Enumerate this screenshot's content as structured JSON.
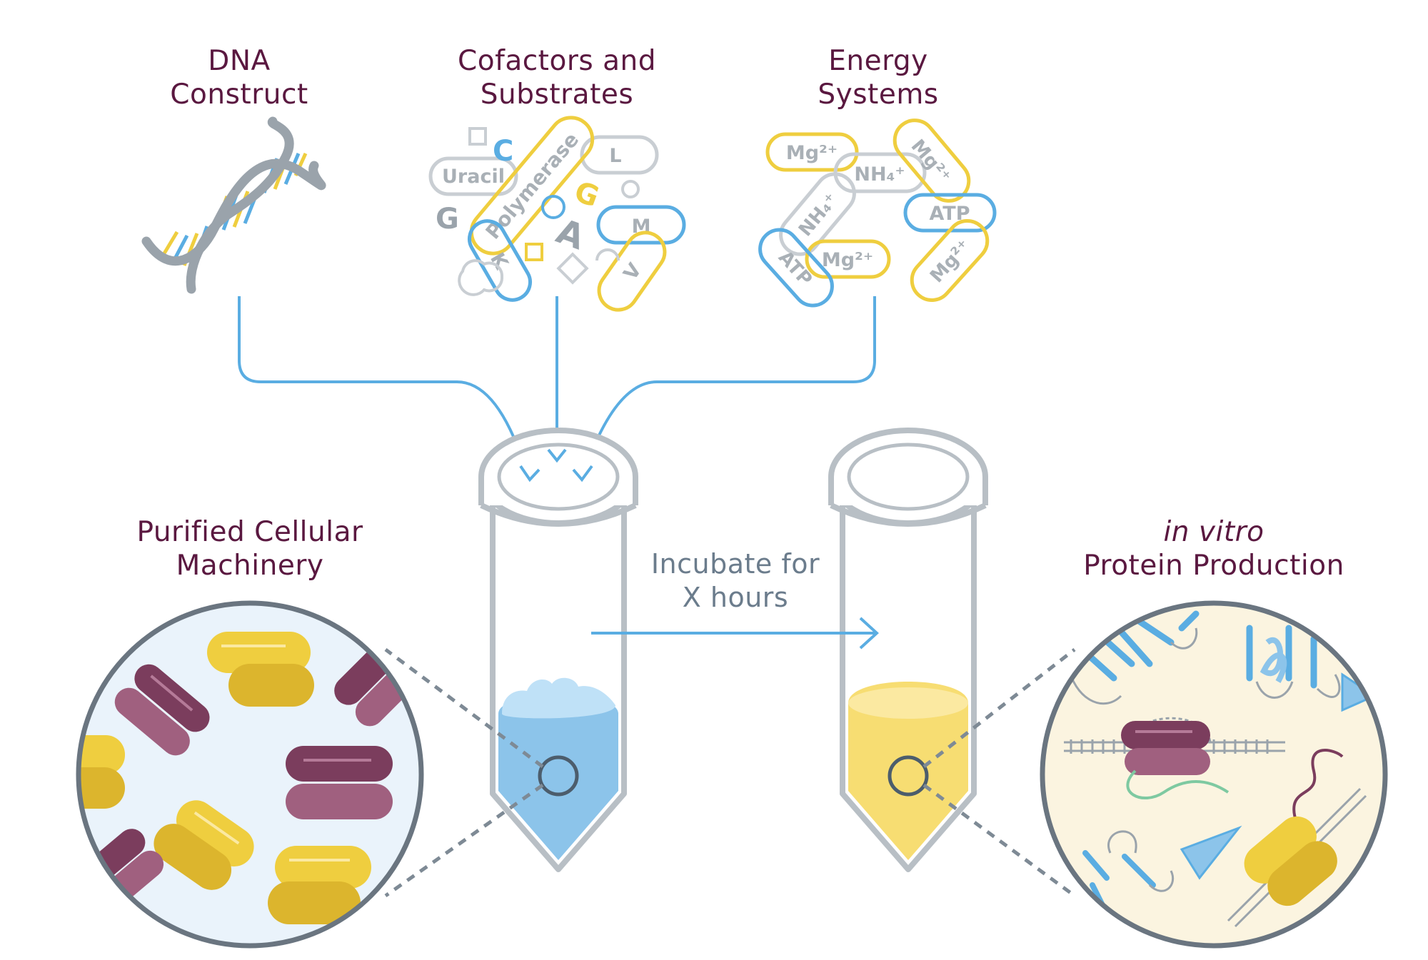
{
  "inputs": [
    {
      "line1": "DNA",
      "line2": "Construct"
    },
    {
      "line1": "Cofactors and",
      "line2": "Substrates"
    },
    {
      "line1": "Energy",
      "line2": "Systems"
    }
  ],
  "cofactor_tokens": {
    "uracil": "Uracil",
    "polymerase": "Polymerase",
    "l": "L",
    "m": "M",
    "k": "K",
    "v": "V",
    "a": "A",
    "g1": "G",
    "g2": "G",
    "c": "C"
  },
  "energy_tokens": {
    "mg1": "Mg²⁺",
    "mg2": "Mg²⁺",
    "mg3": "Mg²⁺",
    "mg4": "Mg²⁺",
    "nh1": "NH₄⁺",
    "nh2": "NH₄⁺",
    "atp1": "ATP",
    "atp2": "ATP"
  },
  "machinery": {
    "line1": "Purified Cellular",
    "line2": "Machinery"
  },
  "incubate": {
    "line1": "Incubate for",
    "line2": "X hours"
  },
  "output": {
    "line1": "in vitro",
    "line2": "Protein Production"
  },
  "colors": {
    "blue": "#5aade2",
    "yellow": "#efce3f",
    "grey": "#9aa3ab",
    "plum": "#7b3d5d",
    "dark_text": "#5a1840"
  }
}
